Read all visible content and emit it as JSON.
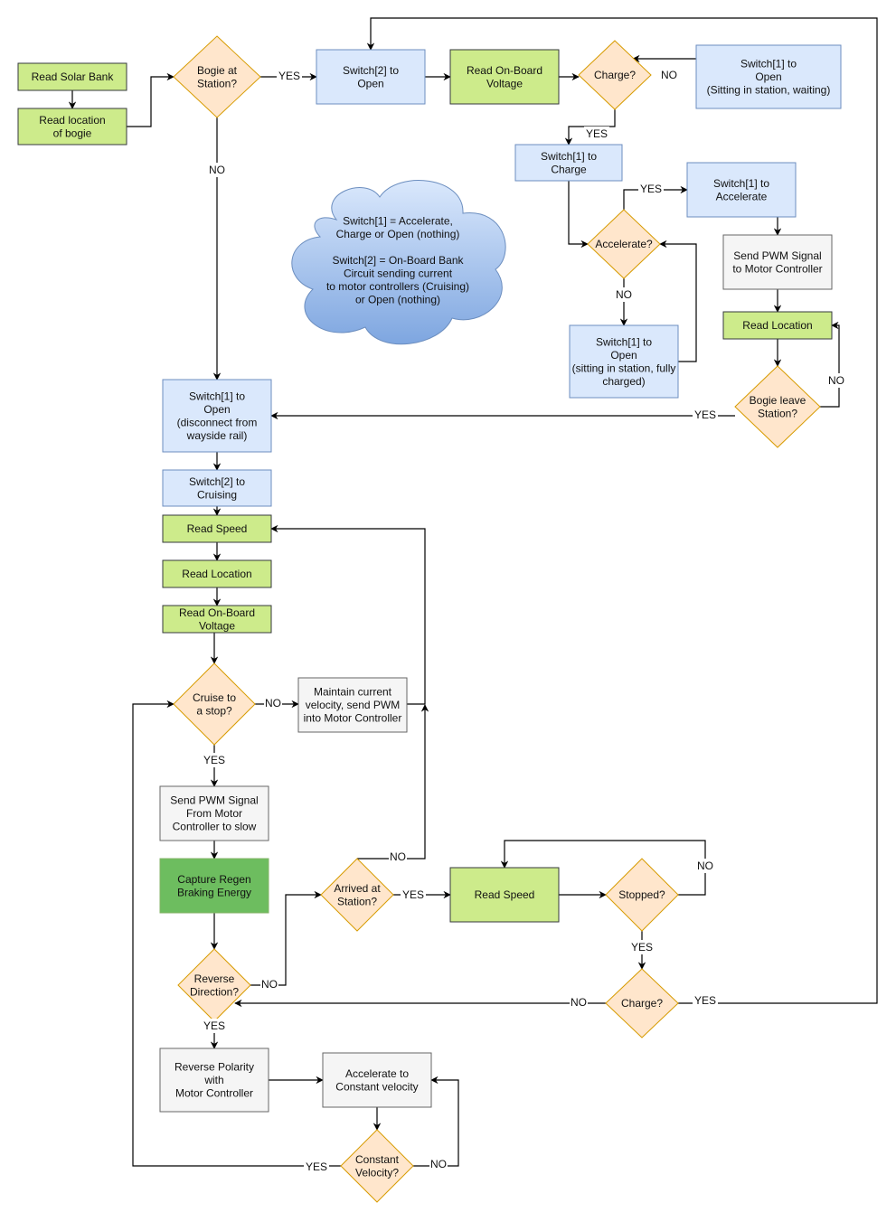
{
  "colors": {
    "green_fill": "#cdeb8b",
    "green_stroke": "#36393d",
    "dark_green_fill": "#6dbd5f",
    "blue_fill": "#dae8fc",
    "blue_stroke": "#6c8ebf",
    "gray_fill": "#f5f5f5",
    "gray_stroke": "#666666",
    "diamond_fill": "#ffe6cc",
    "diamond_stroke": "#d79b00",
    "cloud_top": "#dae8fc",
    "cloud_bottom": "#7ea6e0",
    "edge": "#000000"
  },
  "nodes": {
    "read_solar_bank": [
      "Read Solar Bank"
    ],
    "read_location_bogie": [
      "Read location",
      "of bogie"
    ],
    "bogie_at_station": [
      "Bogie at",
      "Station?"
    ],
    "switch2_open": [
      "Switch[2] to",
      "Open"
    ],
    "read_onboard_voltage_top": [
      "Read On-Board",
      "Voltage"
    ],
    "charge_top": [
      "Charge?"
    ],
    "switch1_open_waiting": [
      "Switch[1] to",
      "Open",
      "(Sitting in station, waiting)"
    ],
    "switch1_charge": [
      "Switch[1] to",
      "Charge"
    ],
    "switch1_accelerate": [
      "Switch[1] to",
      "Accelerate"
    ],
    "accelerate_q": [
      "Accelerate?"
    ],
    "send_pwm_motor": [
      "Send PWM Signal",
      "to Motor Controller"
    ],
    "read_location_right": [
      "Read Location"
    ],
    "switch1_open_charged": [
      "Switch[1]  to",
      "Open",
      "(sitting in station, fully",
      "charged)"
    ],
    "bogie_leave_station": [
      "Bogie leave",
      "Station?"
    ],
    "note_cloud": [
      "Switch[1] = Accelerate,",
      "Charge or Open (nothing)",
      "",
      "Switch[2] = On-Board Bank",
      "Circuit sending current",
      "to motor controllers (Cruising)",
      "or Open (nothing)"
    ],
    "switch1_open_disconnect": [
      "Switch[1] to",
      "Open",
      "(disconnect from",
      "wayside rail)"
    ],
    "switch2_cruising": [
      "Switch[2] to",
      "Cruising"
    ],
    "read_speed_main": [
      "Read Speed"
    ],
    "read_location_main": [
      "Read Location"
    ],
    "read_onboard_voltage_main": [
      "Read On-Board",
      "Voltage"
    ],
    "cruise_to_stop": [
      "Cruise to",
      "a stop?"
    ],
    "maintain_velocity": [
      "Maintain current",
      "velocity, send PWM",
      "into Motor Controller"
    ],
    "send_pwm_slow": [
      "Send PWM Signal",
      "From Motor",
      "Controller to slow"
    ],
    "capture_regen": [
      "Capture Regen",
      "Braking Energy"
    ],
    "arrived_at_station": [
      "Arrived at",
      "Station?"
    ],
    "read_speed_bottom": [
      "Read Speed"
    ],
    "stopped_q": [
      "Stopped?"
    ],
    "reverse_direction": [
      "Reverse",
      "Direction?"
    ],
    "charge_bottom": [
      "Charge?"
    ],
    "reverse_polarity": [
      "Reverse Polarity",
      "with",
      "Motor Controller"
    ],
    "accelerate_constant": [
      "Accelerate to",
      "Constant velocity"
    ],
    "constant_velocity": [
      "Constant",
      "Velocity?"
    ]
  },
  "edge_labels": {
    "bogie_station_yes": "YES",
    "bogie_station_no": "NO",
    "charge_top_no": "NO",
    "charge_top_yes": "YES",
    "accelerate_yes": "YES",
    "accelerate_no": "NO",
    "leave_no": "NO",
    "leave_yes": "YES",
    "cruise_no": "NO",
    "cruise_yes": "YES",
    "arrived_no": "NO",
    "arrived_yes": "YES",
    "stopped_no": "NO",
    "stopped_yes": "YES",
    "reverse_no": "NO",
    "reverse_yes": "YES",
    "charge_bottom_no": "NO",
    "charge_bottom_yes": "YES",
    "constant_no": "NO",
    "constant_yes": "YES"
  }
}
